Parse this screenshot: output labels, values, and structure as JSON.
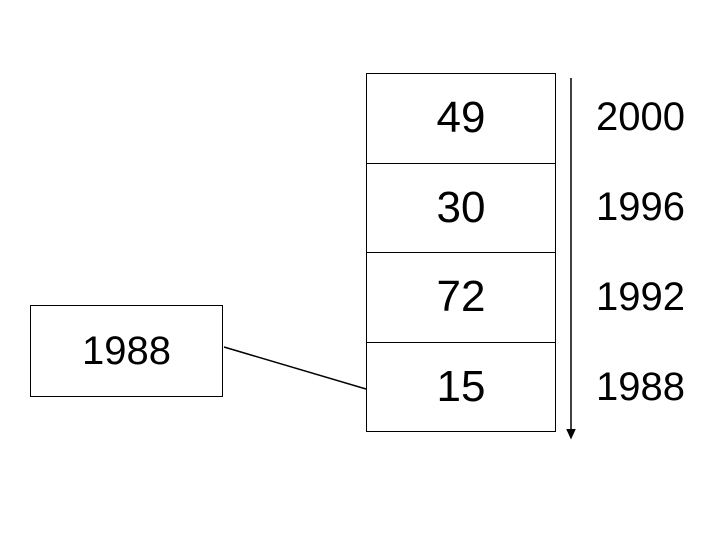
{
  "colors": {
    "background": "#ffffff",
    "stroke": "#000000",
    "text": "#000000"
  },
  "stack": {
    "cells": [
      {
        "value": "49",
        "year": "2000"
      },
      {
        "value": "30",
        "year": "1996"
      },
      {
        "value": "72",
        "year": "1992"
      },
      {
        "value": "15",
        "year": "1988"
      }
    ]
  },
  "pointer_box": {
    "label": "1988"
  },
  "icons": {
    "timeline_arrow": "down-arrow"
  }
}
